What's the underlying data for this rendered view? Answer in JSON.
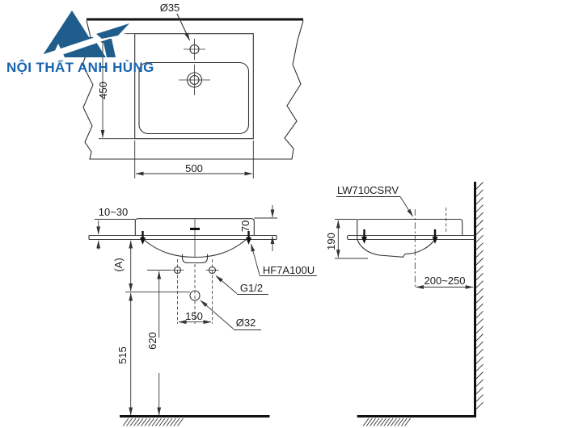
{
  "logo": {
    "text": "NỘI THẤT ANH HÙNG",
    "mark_color": "#1f5d8c",
    "text_color": "#1a64ad"
  },
  "top_view": {
    "faucet_hole_diameter": "Ø35",
    "basin_depth": "450",
    "basin_width": "500"
  },
  "front_view": {
    "counter_thickness_range": "10~30",
    "rim_above_counter": "70",
    "dim_a_label": "(A)",
    "faucet_model": "HF7A100U",
    "supply_connection": "G1/2",
    "faucet_hole_spacing": "150",
    "drain_hole_diameter": "Ø32",
    "supply_height_from_floor": "620",
    "drain_height_from_floor": "515"
  },
  "side_view": {
    "product_model": "LW710CSRV",
    "basin_total_height": "190",
    "drain_wall_distance": "200~250"
  },
  "colors": {
    "line": "#333333",
    "heavy_line": "#111111"
  }
}
